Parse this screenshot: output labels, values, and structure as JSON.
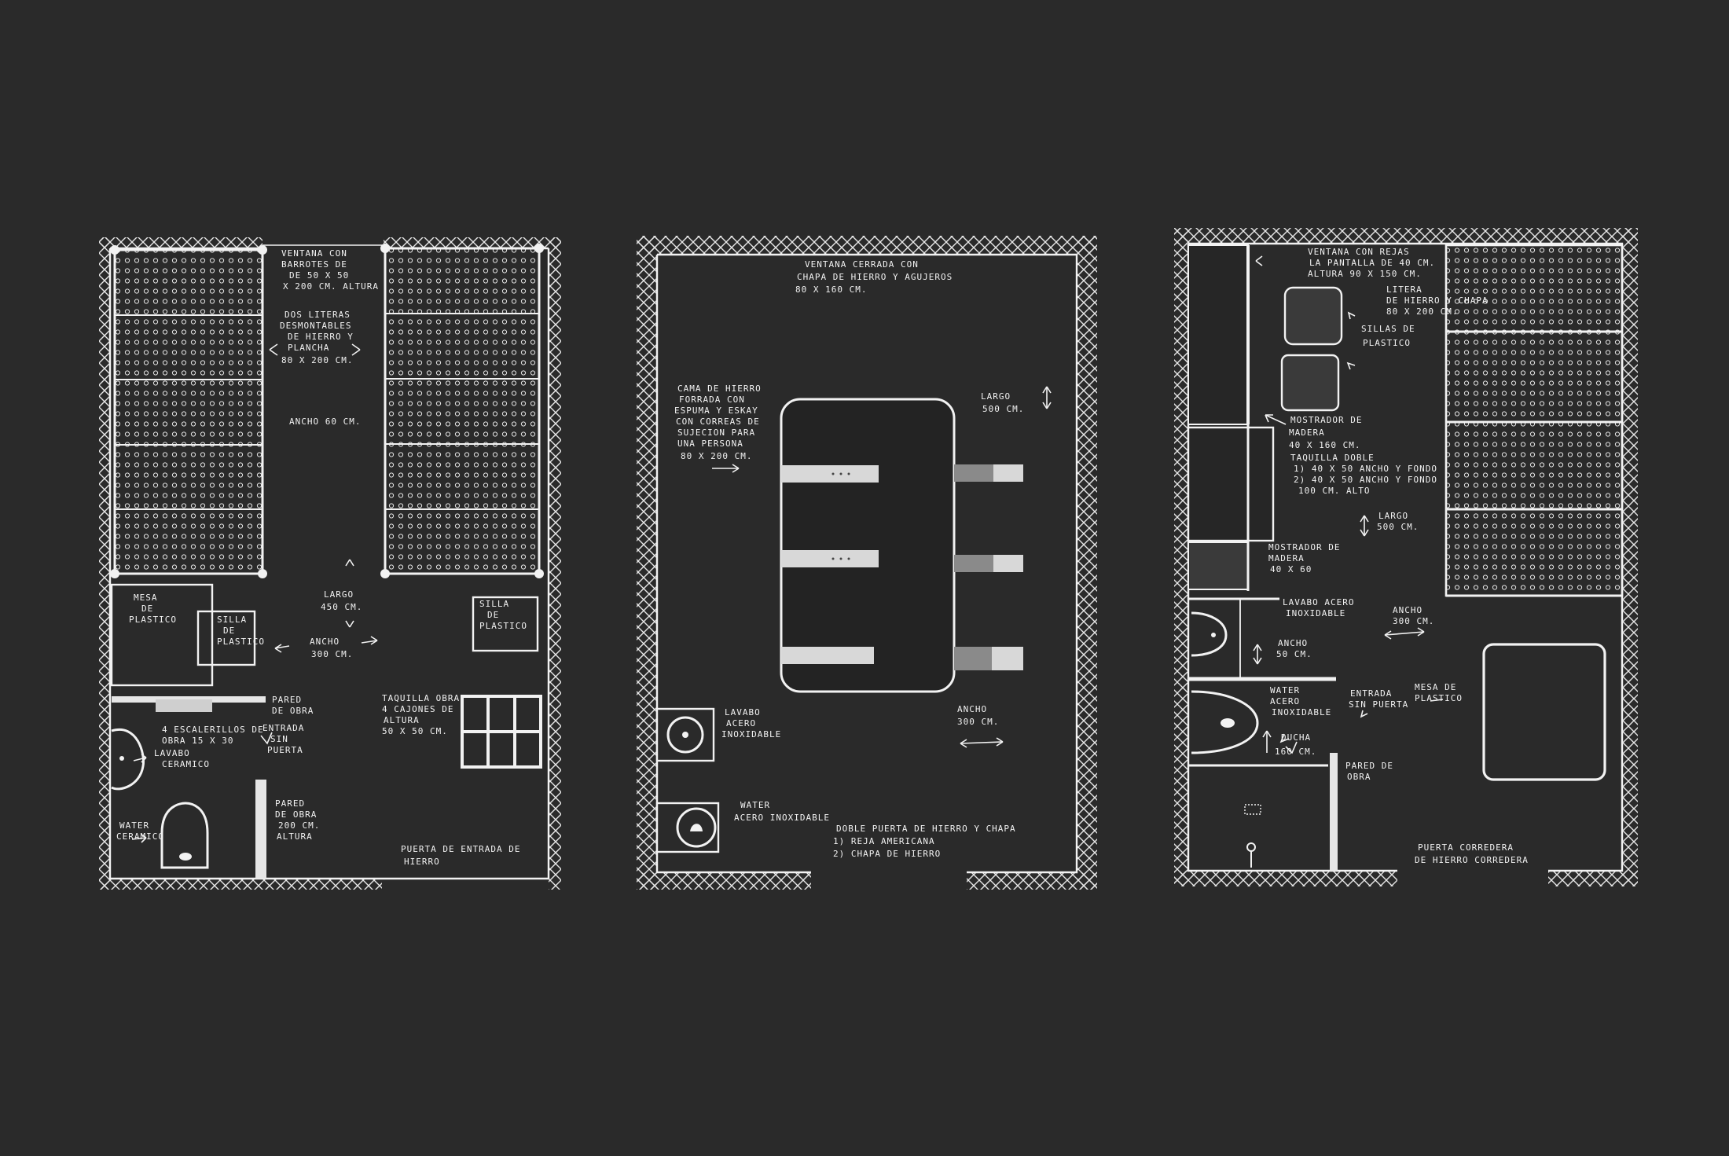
{
  "colors": {
    "background": "#2a2a2a",
    "chalk": "#f2f2f2",
    "dark_fill": "#232323"
  },
  "plans": [
    {
      "id": "plan-1",
      "labels": [
        {
          "text": "VENTANA CON"
        },
        {
          "text": "BARROTES DE"
        },
        {
          "text": "DE 50 x 50"
        },
        {
          "text": "x 200 cm. ALTURA"
        },
        {
          "text": "DOS LITERAS"
        },
        {
          "text": "DESMONTABLES"
        },
        {
          "text": "DE HIERRO Y"
        },
        {
          "text": "PLANCHA"
        },
        {
          "text": "80 x 200 cm."
        },
        {
          "text": "ANCHO 60 cm."
        },
        {
          "text": "LARGO"
        },
        {
          "text": "450 cm."
        },
        {
          "text": "ANCHO"
        },
        {
          "text": "300 cm."
        },
        {
          "text": "MESA"
        },
        {
          "text": "DE"
        },
        {
          "text": "PLASTICO"
        },
        {
          "text": "SILLA"
        },
        {
          "text": "DE"
        },
        {
          "text": "PLASTICO"
        },
        {
          "text": "SILLA"
        },
        {
          "text": "DE"
        },
        {
          "text": "PLASTICO"
        },
        {
          "text": "PARED"
        },
        {
          "text": "DE OBRA"
        },
        {
          "text": "4 ESCALERILLOS DE"
        },
        {
          "text": "OBRA 15 x 30"
        },
        {
          "text": "ENTRADA"
        },
        {
          "text": "SIN"
        },
        {
          "text": "PUERTA"
        },
        {
          "text": "TAQUILLA OBRA"
        },
        {
          "text": "4 CAJONES DE"
        },
        {
          "text": "ALTURA"
        },
        {
          "text": "50 x 50 cm."
        },
        {
          "text": "LAVABO"
        },
        {
          "text": "CERAMICO"
        },
        {
          "text": "WATER"
        },
        {
          "text": "CERAMICO"
        },
        {
          "text": "PARED"
        },
        {
          "text": "DE OBRA"
        },
        {
          "text": "200 cm."
        },
        {
          "text": "ALTURA"
        },
        {
          "text": "PUERTA DE ENTRADA DE"
        },
        {
          "text": "HIERRO"
        }
      ]
    },
    {
      "id": "plan-2",
      "labels": [
        {
          "text": "VENTANA CERRADA CON"
        },
        {
          "text": "CHAPA DE HIERRO Y AGUJEROS"
        },
        {
          "text": "80 x 160 cm."
        },
        {
          "text": "CAMA DE HIERRO"
        },
        {
          "text": "FORRADA CON"
        },
        {
          "text": "ESPUMA Y ESKAY"
        },
        {
          "text": "CON CORREAS DE"
        },
        {
          "text": "SUJECION PARA"
        },
        {
          "text": "UNA PERSONA"
        },
        {
          "text": "80 x 200 cm."
        },
        {
          "text": "LARGO"
        },
        {
          "text": "500 cm."
        },
        {
          "text": "ANCHO"
        },
        {
          "text": "300 cm."
        },
        {
          "text": "LAVABO"
        },
        {
          "text": "ACERO"
        },
        {
          "text": "INOXIDABLE"
        },
        {
          "text": "WATER"
        },
        {
          "text": "ACERO INOXIDABLE"
        },
        {
          "text": "DOBLE PUERTA DE HIERRO Y CHAPA"
        },
        {
          "text": "1) REJA AMERICANA"
        },
        {
          "text": "2) CHAPA DE HIERRO"
        }
      ]
    },
    {
      "id": "plan-3",
      "labels": [
        {
          "text": "VENTANA CON REJAS"
        },
        {
          "text": "LA PANTALLA DE 40 cm."
        },
        {
          "text": "ALTURA 90 x 150 cm."
        },
        {
          "text": "LITERA"
        },
        {
          "text": "DE HIERRO Y CHAPA"
        },
        {
          "text": "80 x 200 cm."
        },
        {
          "text": "SILLAS DE"
        },
        {
          "text": "PLASTICO"
        },
        {
          "text": "MOSTRADOR DE"
        },
        {
          "text": "MADERA"
        },
        {
          "text": "40 x 160 cm."
        },
        {
          "text": "TAQUILLA DOBLE"
        },
        {
          "text": "1) 40 x 50 ANCHO Y FONDO"
        },
        {
          "text": "2) 40 x 50 ANCHO Y FONDO"
        },
        {
          "text": "100 cm. ALTO"
        },
        {
          "text": "LARGO"
        },
        {
          "text": "500 cm."
        },
        {
          "text": "MOSTRADOR DE"
        },
        {
          "text": "MADERA"
        },
        {
          "text": "40 x 60"
        },
        {
          "text": "LAVABO ACERO"
        },
        {
          "text": "INOXIDABLE"
        },
        {
          "text": "ANCHO"
        },
        {
          "text": "300 cm."
        },
        {
          "text": "ANCHO"
        },
        {
          "text": "50 cm."
        },
        {
          "text": "WATER"
        },
        {
          "text": "ACERO"
        },
        {
          "text": "INOXIDABLE"
        },
        {
          "text": "ENTRADA"
        },
        {
          "text": "SIN PUERTA"
        },
        {
          "text": "MESA DE"
        },
        {
          "text": "PLASTICO"
        },
        {
          "text": "DUCHA"
        },
        {
          "text": "160 cm."
        },
        {
          "text": "PARED DE"
        },
        {
          "text": "OBRA"
        },
        {
          "text": "PUERTA CORREDERA"
        },
        {
          "text": "DE HIERRO CORREDERA"
        }
      ]
    }
  ]
}
